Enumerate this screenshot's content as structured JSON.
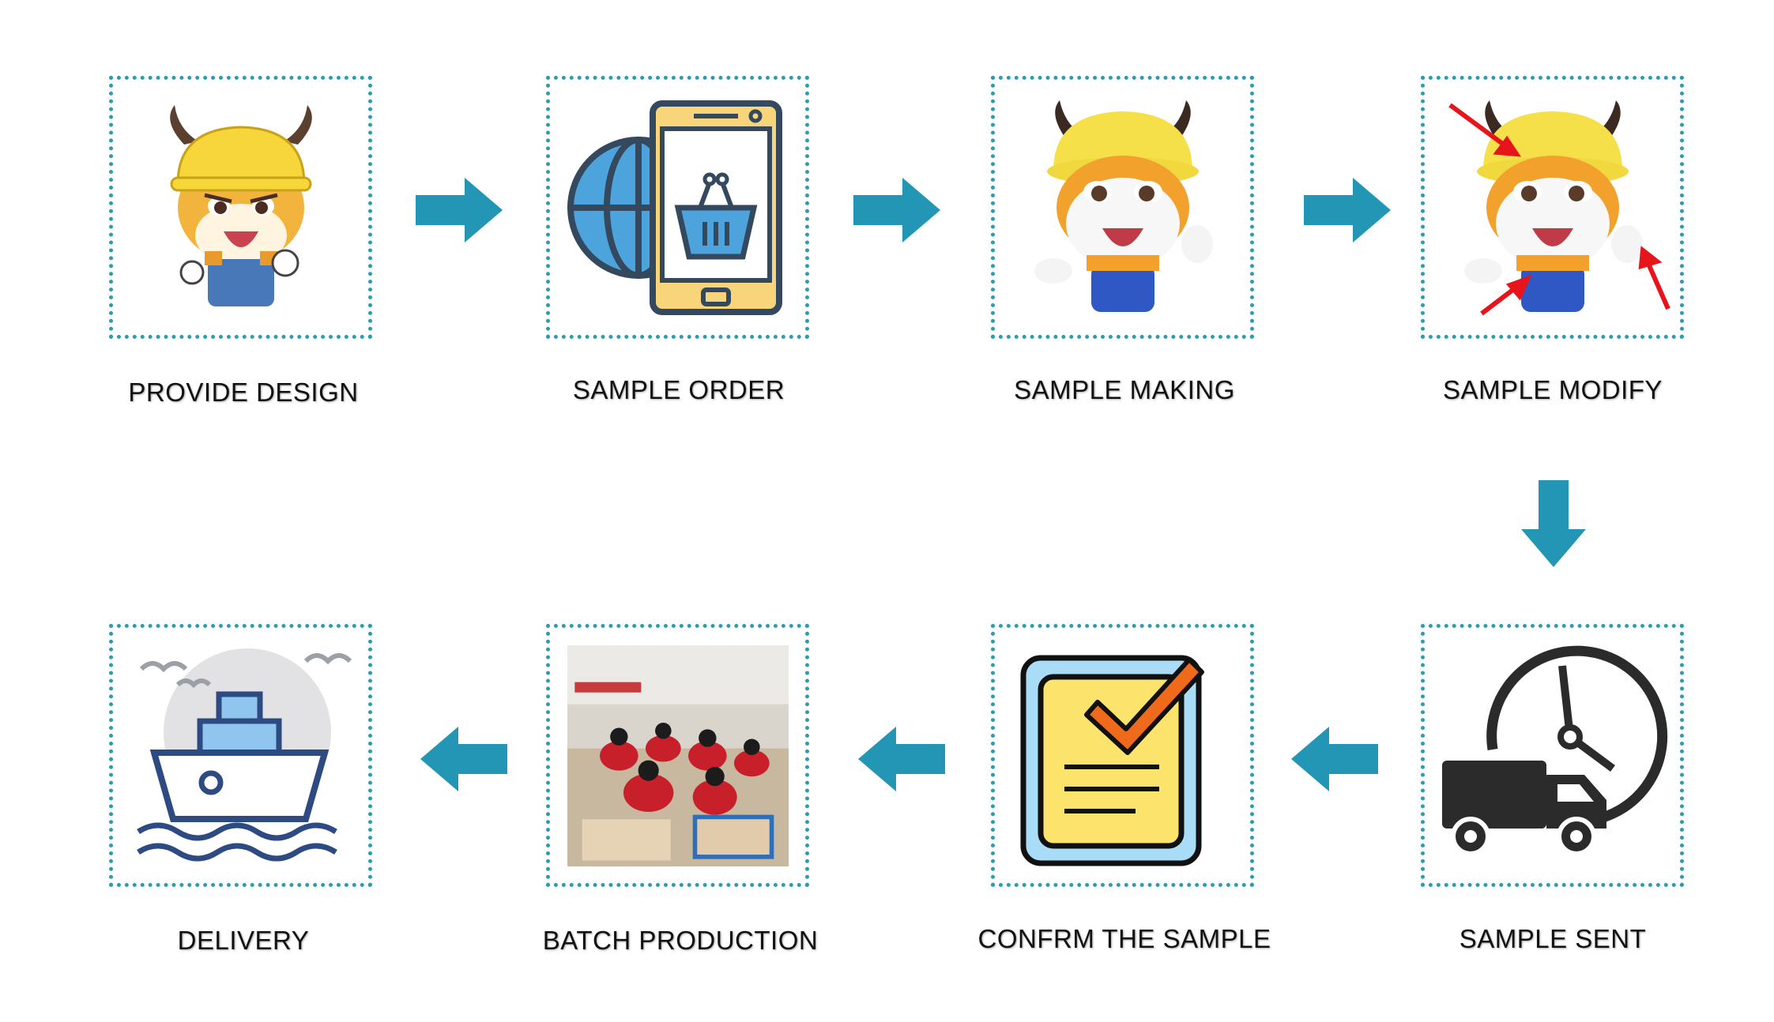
{
  "colors": {
    "border": "#2e9bb0",
    "arrow": "#2296b4"
  },
  "steps": [
    {
      "id": "provide-design",
      "label": "PROVIDE DESIGN",
      "icon": "cartoon-bull-mascot-icon"
    },
    {
      "id": "sample-order",
      "label": "SAMPLE ORDER",
      "icon": "mobile-shopping-basket-icon"
    },
    {
      "id": "sample-making",
      "label": "SAMPLE MAKING",
      "icon": "plush-bull-toy-icon"
    },
    {
      "id": "sample-modify",
      "label": "SAMPLE MODIFY",
      "icon": "plush-bull-toy-with-red-arrows-icon"
    },
    {
      "id": "sample-sent",
      "label": "SAMPLE SENT",
      "icon": "delivery-truck-clock-icon"
    },
    {
      "id": "confirm-sample",
      "label": "CONFRM THE SAMPLE",
      "icon": "checked-document-icon"
    },
    {
      "id": "batch-production",
      "label": "BATCH PRODUCTION",
      "icon": "factory-workers-photo"
    },
    {
      "id": "delivery",
      "label": "DELIVERY",
      "icon": "cargo-ship-icon"
    }
  ]
}
